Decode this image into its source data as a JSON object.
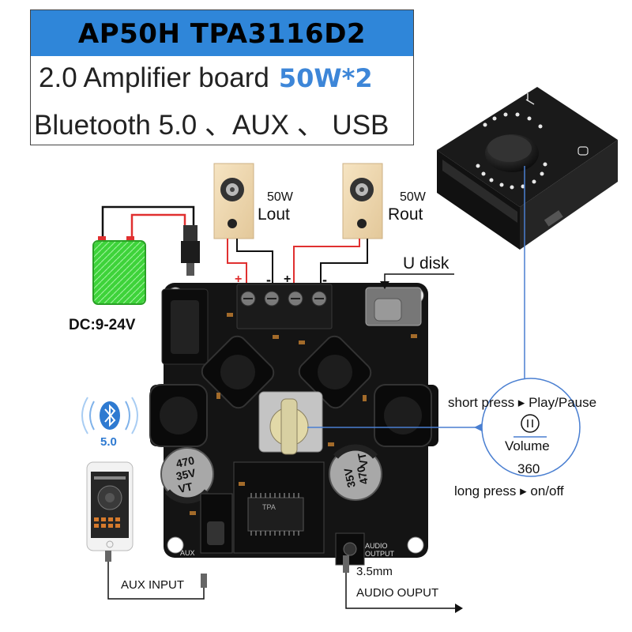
{
  "header": {
    "title": "AP50H TPA3116D2",
    "line1_prefix": "2.0 Amplifier board",
    "line1_highlight": "50W*2",
    "line2": "Bluetooth 5.0 、AUX 、 USB"
  },
  "speakers": {
    "left": {
      "power": "50W",
      "label": "Lout"
    },
    "right": {
      "power": "50W",
      "label": "Rout"
    }
  },
  "terminal_marks": [
    "+",
    "-",
    "+",
    "-"
  ],
  "power_input": "DC:9-24V",
  "usb": "U disk",
  "bluetooth": {
    "version": "5.0"
  },
  "aux_input": "AUX INPUT",
  "audio_output": {
    "jack": "3.5mm",
    "label": "AUDIO OUPUT"
  },
  "knob": {
    "short_press": "short press ▸ Play/Pause",
    "volume": "Volume",
    "degrees": "360",
    "long_press": "long press ▸ on/off"
  },
  "board_marks": {
    "cap_left": [
      "470",
      "35V",
      "VT"
    ],
    "cap_right": [
      "470",
      "35V",
      "VT"
    ],
    "chip": "TPA",
    "audio_output_silk": [
      "AUDIO",
      "OUTPUT"
    ],
    "aux_silk": "AUX"
  },
  "colors": {
    "header_bar": "#2f86d9",
    "highlight": "#3d86d8",
    "callout_line": "#4a7fd1",
    "wire_red": "#e03030",
    "battery": "#3ed33a",
    "pcb": "#141414"
  }
}
